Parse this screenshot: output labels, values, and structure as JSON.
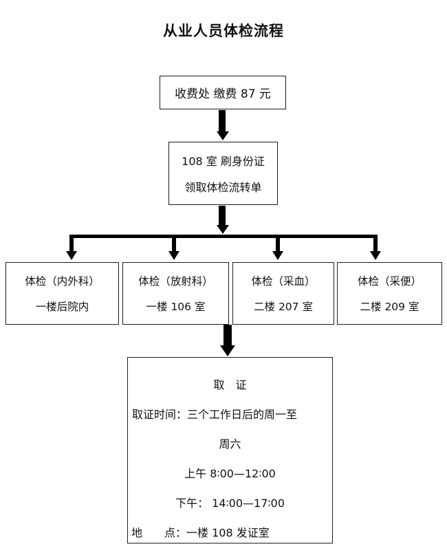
{
  "page": {
    "title": "从业人员体检流程",
    "background_color": "#ffffff",
    "ink_color": "#000000"
  },
  "flow": {
    "fee_node": {
      "lines": [
        "收费处  缴费 87 元"
      ]
    },
    "id_node": {
      "lines": [
        "108 室  刷身份证",
        "领取体检流转单"
      ]
    },
    "exam_nodes": [
      {
        "title": "体检（内外科）",
        "location": "一楼后院内"
      },
      {
        "title": "体检（放射科）",
        "location": "一楼 106 室"
      },
      {
        "title": "体检（采血）",
        "location": "二楼 207 室"
      },
      {
        "title": "体检（采便）",
        "location": "二楼 209 室"
      }
    ],
    "cert_node": {
      "heading": "取　证",
      "time_label_line": "取证时间：三个工作日后的周一至",
      "time_label_line2": "周六",
      "morning": "上午 8∶00—12∶00",
      "afternoon": "下午： 14∶00—17∶00",
      "place": "地　　点：一楼 108 发证室"
    },
    "connectors": {
      "fee_to_id": "down-arrow",
      "id_to_split": "down-arrow",
      "split_bar": "horizontal-split-bar",
      "branch_arrows": [
        "down-arrow",
        "down-arrow",
        "down-arrow",
        "down-arrow"
      ],
      "exam_to_cert": "down-arrow"
    }
  }
}
